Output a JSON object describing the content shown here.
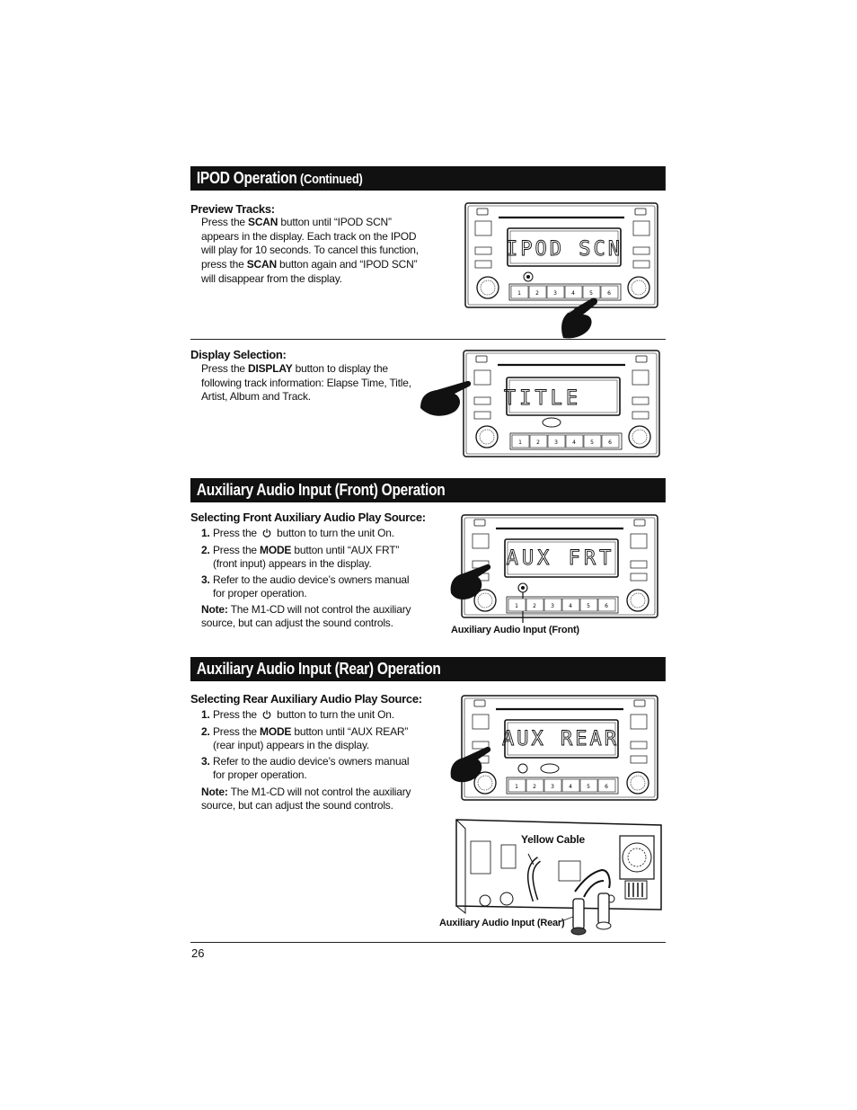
{
  "sections": {
    "ipod": {
      "title": "IPOD Operation",
      "subtitle": "(Continued)"
    },
    "front": {
      "title": "Auxiliary Audio Input (Front) Operation"
    },
    "rear": {
      "title": "Auxiliary Audio Input (Rear) Operation"
    }
  },
  "preview": {
    "heading": "Preview Tracks:",
    "t1": "Press the ",
    "k1": "SCAN",
    "t2": " button until “IPOD SCN” appears in the display. Each track on the IPOD will play for 10 seconds. To cancel this function, press the ",
    "k2": "SCAN",
    "t3": " button again and “IPOD SCN” will disappear from the display."
  },
  "display_selection": {
    "heading": "Display Selection:",
    "t1": "Press the ",
    "k1": "DISPLAY",
    "t2": " button to display the following track information: Elapse Time, Title, Artist, Album and Track."
  },
  "front_source": {
    "heading": "Selecting Front Auxiliary Audio Play Source:",
    "steps": [
      {
        "num": "1.",
        "a": "Press the ",
        "b": " button to turn the unit On."
      },
      {
        "num": "2.",
        "a": "Press the ",
        "key": "MODE",
        "b": " button until “AUX FRT” (front input) appears in the display."
      },
      {
        "num": "3.",
        "a": "Refer to the audio device’s owners manual for proper operation."
      }
    ],
    "note_label": "Note:",
    "note_text": " The M1-CD will not control the auxiliary source, but can adjust the sound controls."
  },
  "rear_source": {
    "heading": "Selecting Rear Auxiliary Audio Play Source:",
    "steps": [
      {
        "num": "1.",
        "a": "Press the ",
        "b": " button to turn the unit On."
      },
      {
        "num": "2.",
        "a": "Press the ",
        "key": "MODE",
        "b": " button until “AUX REAR” (rear input) appears in the display."
      },
      {
        "num": "3.",
        "a": "Refer to the audio device’s owners manual for proper operation."
      }
    ],
    "note_label": "Note:",
    "note_text": " The M1-CD will not control the auxiliary source, but can adjust the sound controls."
  },
  "figures": {
    "fig1_display": "IPOD SCN",
    "fig2_display": "TITLE",
    "fig3_display": "AUX FRT",
    "fig4_display": "AUX REAR",
    "fig3_caption": "Auxiliary Audio Input (Front)",
    "fig5_cable_label": "Yellow Cable",
    "fig5_caption": "Auxiliary Audio Input (Rear)",
    "presets": [
      "1",
      "2",
      "3",
      "4",
      "5",
      "6"
    ]
  },
  "page_number": "26"
}
